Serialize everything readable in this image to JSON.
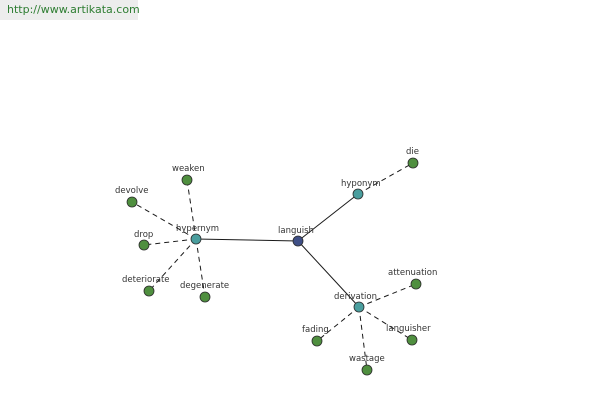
{
  "banner": {
    "url_text": "http://www.artikata.com"
  },
  "colors": {
    "root_node": "#3f4f86",
    "relation_node": "#4a9e9e",
    "leaf_node": "#4f8f3f",
    "node_stroke": "#2b2b2b",
    "edge": "#1a1a1a"
  },
  "graph": {
    "root": "languish",
    "relations": [
      {
        "label": "hypernym",
        "words": [
          "weaken",
          "devolve",
          "drop",
          "deteriorate",
          "degenerate"
        ]
      },
      {
        "label": "hyponym",
        "words": [
          "die"
        ]
      },
      {
        "label": "derivation",
        "words": [
          "attenuation",
          "languisher",
          "wastage",
          "fading"
        ]
      }
    ]
  }
}
